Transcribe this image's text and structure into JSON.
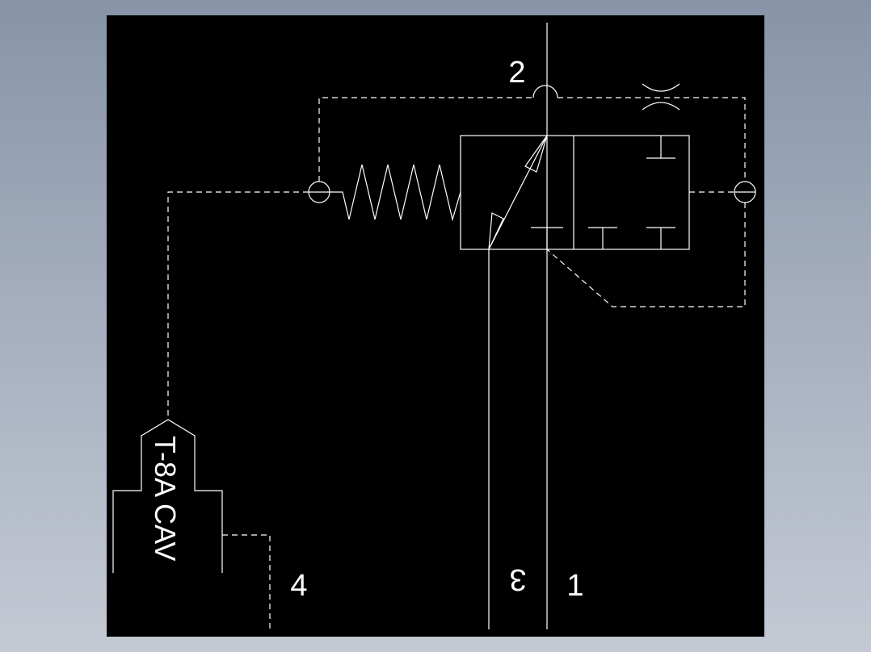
{
  "diagram": {
    "colors": {
      "background": "#000000",
      "lines": "#ffffff",
      "frame": "#8f9bb0"
    },
    "ports": {
      "port_2": "2",
      "port_1": "1",
      "port_3": "3",
      "port_4": "4"
    },
    "component_label": "T-8A CAV"
  }
}
